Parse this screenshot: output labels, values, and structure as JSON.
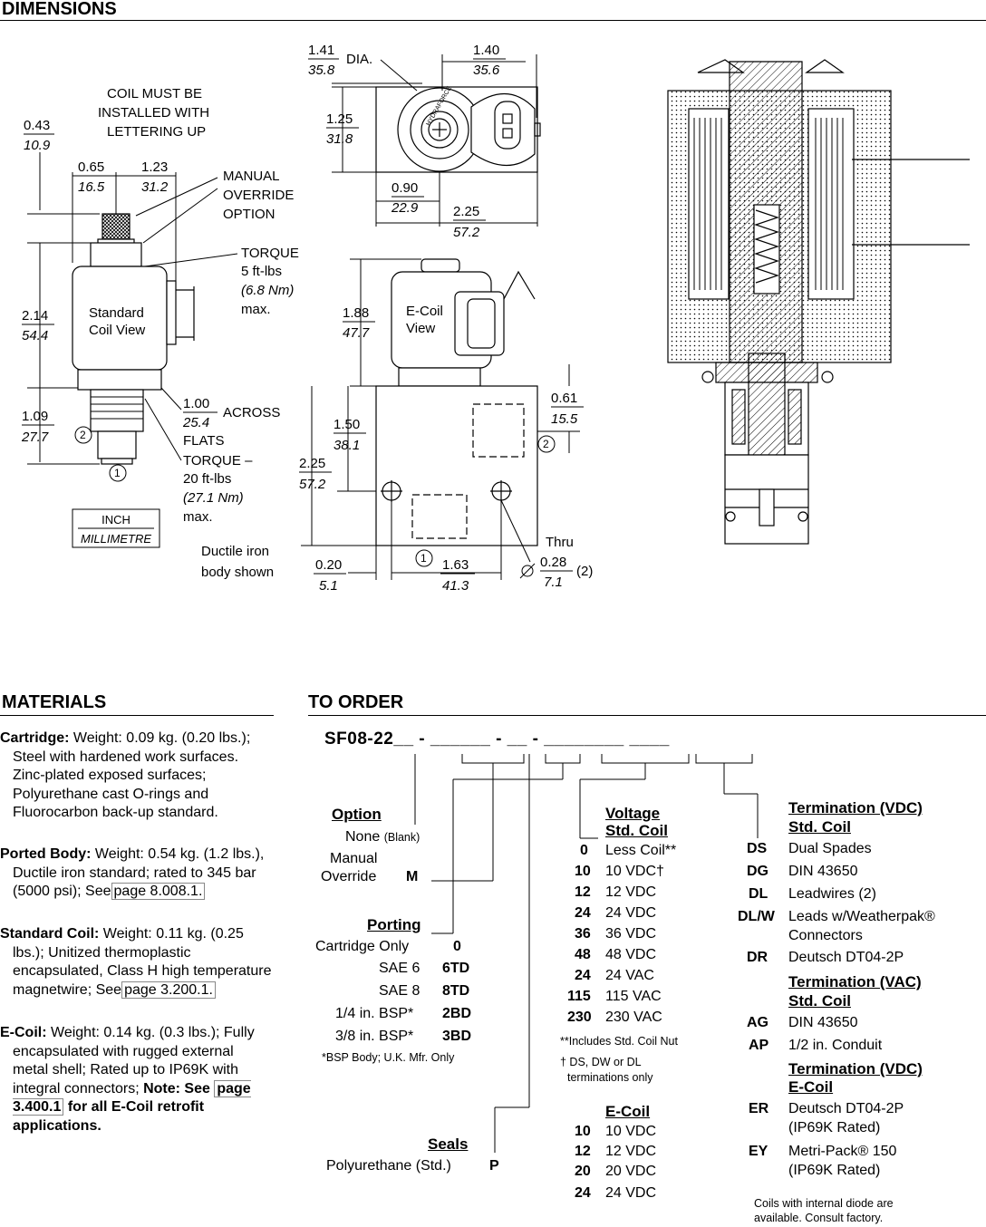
{
  "dimensions": {
    "title": "DIMENSIONS",
    "coil_note": [
      "COIL MUST BE",
      "INSTALLED WITH",
      "LETTERING UP"
    ],
    "manual_override": [
      "MANUAL",
      "OVERRIDE",
      "OPTION"
    ],
    "torque_coil": [
      "TORQUE",
      "5 ft-lbs",
      "(6.8 Nm)",
      "max."
    ],
    "torque_cart": [
      "TORQUE –",
      "20 ft-lbs",
      "(27.1 Nm)",
      "max."
    ],
    "across_flats": [
      "ACROSS",
      "FLATS"
    ],
    "std_coil_view": [
      "Standard",
      "Coil View"
    ],
    "ecoil_view": [
      "E-Coil",
      "View"
    ],
    "body_note": [
      "Ductile iron",
      "body shown"
    ],
    "unit_legend": {
      "inch": "INCH",
      "mm": "MILLIMETRE"
    },
    "dia_label": "DIA.",
    "thru_label": "Thru",
    "hole_count": "(2)",
    "brand": "HYDRAFORCE",
    "port_1": "1",
    "port_2": "2",
    "dims": {
      "d043": [
        "0.43",
        "10.9"
      ],
      "d065": [
        "0.65",
        "16.5"
      ],
      "d123": [
        "1.23",
        "31.2"
      ],
      "d214": [
        "2.14",
        "54.4"
      ],
      "d109": [
        "1.09",
        "27.7"
      ],
      "d100": [
        "1.00",
        "25.4"
      ],
      "d141": [
        "1.41",
        "35.8"
      ],
      "d140": [
        "1.40",
        "35.6"
      ],
      "d125": [
        "1.25",
        "31.8"
      ],
      "d090": [
        "0.90",
        "22.9"
      ],
      "d225a": [
        "2.25",
        "57.2"
      ],
      "d188": [
        "1.88",
        "47.7"
      ],
      "d150": [
        "1.50",
        "38.1"
      ],
      "d225b": [
        "2.25",
        "57.2"
      ],
      "d061": [
        "0.61",
        "15.5"
      ],
      "d020": [
        "0.20",
        "5.1"
      ],
      "d163": [
        "1.63",
        "41.3"
      ],
      "d028": [
        "0.28",
        "7.1"
      ]
    }
  },
  "materials": {
    "title": "MATERIALS",
    "cartridge": {
      "label": "Cartridge:",
      "text": "Weight: 0.09 kg. (0.20 lbs.); Steel with hardened work surfaces. Zinc-plated exposed surfaces; Polyurethane cast O-rings and Fluorocarbon back-up standard."
    },
    "ported_body": {
      "label": "Ported Body:",
      "text": "Weight: 0.54 kg. (1.2 lbs.), Ductile iron standard; rated to 345 bar (5000 psi);",
      "see": "See",
      "ref": "page 8.008.1."
    },
    "std_coil": {
      "label": "Standard Coil:",
      "text": "Weight: 0.11 kg. (0.25 lbs.); Unitized thermoplastic encapsulated, Class H high temperature magnetwire;",
      "see": "See",
      "ref": "page 3.200.1."
    },
    "ecoil": {
      "label": "E-Coil:",
      "text": "Weight: 0.14 kg. (0.3 lbs.); Fully encapsulated with rugged external metal shell; Rated up to IP69K with integral connectors;",
      "note": "Note: See",
      "ref": "page 3.400.1",
      "note_end": "for all E-Coil retrofit applications."
    }
  },
  "to_order": {
    "title": "TO ORDER",
    "model_code": "SF08-22__ - ______ - __ - ________ ____",
    "option": {
      "heading": "Option",
      "rows": [
        {
          "label": "None",
          "note": "(Blank)",
          "code": ""
        },
        {
          "label": "Manual",
          "label2": "Override",
          "code": "M"
        }
      ]
    },
    "porting": {
      "heading": "Porting",
      "rows": [
        {
          "label": "Cartridge Only",
          "code": "0"
        },
        {
          "label": "SAE 6",
          "code": "6TD"
        },
        {
          "label": "SAE 8",
          "code": "8TD"
        },
        {
          "label": "1/4 in. BSP*",
          "code": "2BD"
        },
        {
          "label": "3/8 in. BSP*",
          "code": "3BD"
        }
      ],
      "note": "*BSP Body; U.K. Mfr. Only"
    },
    "seals": {
      "heading": "Seals",
      "label": "Polyurethane (Std.)",
      "code": "P"
    },
    "voltage": {
      "heading1": "Voltage",
      "heading2": "Std. Coil",
      "rows": [
        {
          "code": "0",
          "label": "Less Coil**"
        },
        {
          "code": "10",
          "label": "10 VDC†"
        },
        {
          "code": "12",
          "label": "12 VDC"
        },
        {
          "code": "24",
          "label": "24 VDC"
        },
        {
          "code": "36",
          "label": "36 VDC"
        },
        {
          "code": "48",
          "label": "48 VDC"
        },
        {
          "code": "24",
          "label": "24 VAC"
        },
        {
          "code": "115",
          "label": "115 VAC"
        },
        {
          "code": "230",
          "label": "230 VAC"
        }
      ],
      "note1": "**Includes Std. Coil Nut",
      "note2": "† DS, DW or DL",
      "note3": "terminations only"
    },
    "ecoil_volt": {
      "heading": "E-Coil",
      "rows": [
        {
          "code": "10",
          "label": "10 VDC"
        },
        {
          "code": "12",
          "label": "12 VDC"
        },
        {
          "code": "20",
          "label": "20 VDC"
        },
        {
          "code": "24",
          "label": "24 VDC"
        }
      ]
    },
    "term_vdc": {
      "heading1": "Termination (VDC)",
      "heading2": "Std. Coil",
      "rows": [
        {
          "code": "DS",
          "label": "Dual Spades"
        },
        {
          "code": "DG",
          "label": "DIN 43650"
        },
        {
          "code": "DL",
          "label": "Leadwires (2)"
        },
        {
          "code": "DL/W",
          "label": "Leads w/Weatherpak®",
          "label2": "Connectors"
        },
        {
          "code": "DR",
          "label": "Deutsch DT04-2P"
        }
      ]
    },
    "term_vac": {
      "heading1": "Termination (VAC)",
      "heading2": "Std. Coil",
      "rows": [
        {
          "code": "AG",
          "label": "DIN 43650"
        },
        {
          "code": "AP",
          "label": "1/2 in. Conduit"
        }
      ]
    },
    "term_ecoil": {
      "heading1": "Termination (VDC)",
      "heading2": "E-Coil",
      "rows": [
        {
          "code": "ER",
          "label": "Deutsch DT04-2P",
          "label2": "(IP69K Rated)"
        },
        {
          "code": "EY",
          "label": "Metri-Pack® 150",
          "label2": "(IP69K Rated)"
        }
      ]
    },
    "footer_note": [
      "Coils with internal diode are",
      "available. Consult factory."
    ]
  }
}
